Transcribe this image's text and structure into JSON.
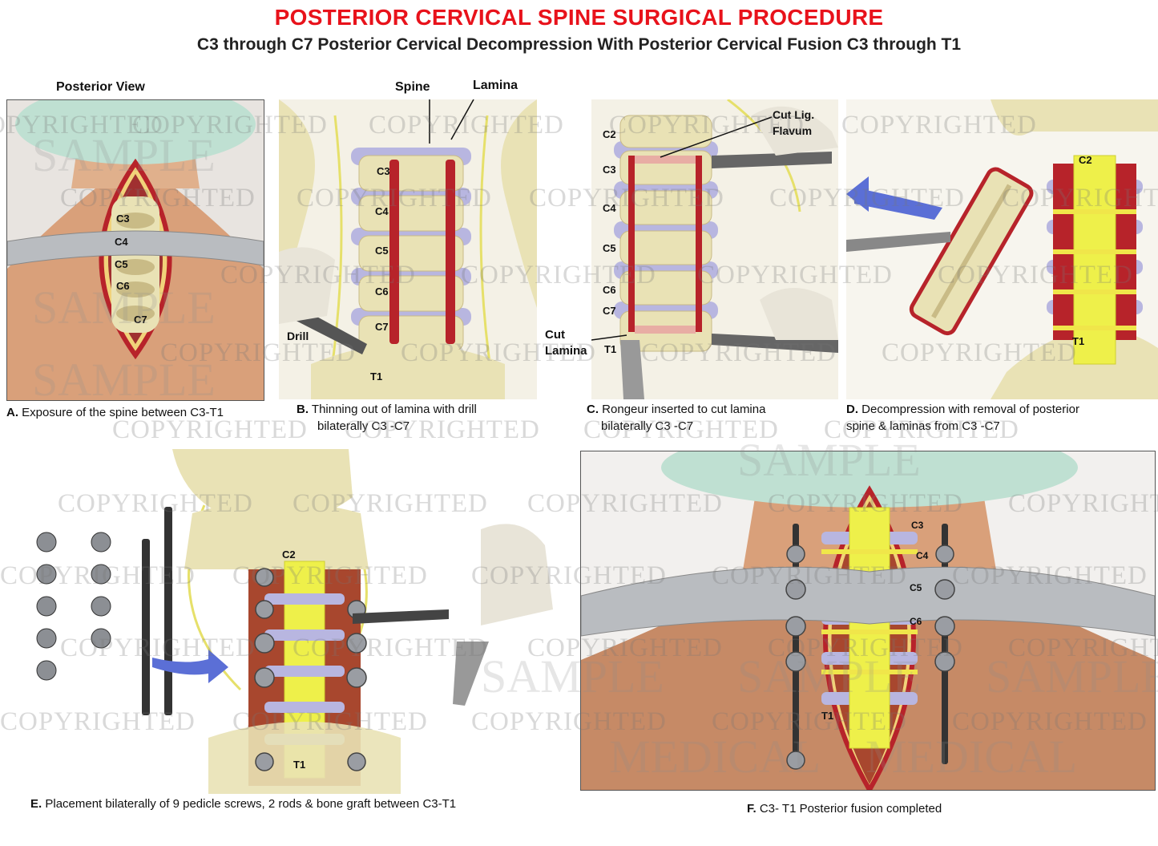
{
  "header": {
    "title": "POSTERIOR CERVICAL SPINE SURGICAL PROCEDURE",
    "subtitle": "C3 through C7 Posterior Cervical Decompression With Posterior Cervical Fusion C3 through T1"
  },
  "panels": {
    "a": {
      "view_label": "Posterior View",
      "letter": "A.",
      "caption": "Exposure of the spine between C3-T1",
      "levels": [
        "C3",
        "C4",
        "C5",
        "C6",
        "C7"
      ]
    },
    "b": {
      "letter": "B.",
      "caption_line1": "Thinning out of lamina with drill",
      "caption_line2": "bilaterally C3 -C7",
      "spine_label": "Spine",
      "lamina_label": "Lamina",
      "drill_label": "Drill",
      "levels": [
        "C3",
        "C4",
        "C5",
        "C6",
        "C7",
        "T1"
      ]
    },
    "c": {
      "letter": "C.",
      "caption_line1": "Rongeur inserted to cut lamina",
      "caption_line2": "bilaterally C3 -C7",
      "cut_lig_label": "Cut Lig.",
      "flavum_label": "Flavum",
      "cut_label": "Cut",
      "lamina_label": "Lamina",
      "levels": [
        "C2",
        "C3",
        "C4",
        "C5",
        "C6",
        "C7",
        "T1"
      ]
    },
    "d": {
      "letter": "D.",
      "caption_line1": "Decompression with removal of posterior",
      "caption_line2": "spine & laminas from C3 -C7",
      "levels": [
        "C2",
        "T1"
      ]
    },
    "e": {
      "letter": "E.",
      "caption": "Placement bilaterally of 9 pedicle screws, 2 rods & bone graft between C3-T1",
      "levels": [
        "C2",
        "T1"
      ]
    },
    "f": {
      "letter": "F.",
      "caption": "C3- T1 Posterior fusion completed",
      "levels": [
        "C3",
        "C4",
        "C5",
        "C6",
        "T1"
      ]
    }
  },
  "watermarks": {
    "copyright": "COPYRIGHTED",
    "sample": "SAMPLE",
    "medical": "MEDICAL"
  },
  "colors": {
    "title": "#e8121b",
    "skin": "#d9a07a",
    "bone": "#e9e2b5",
    "disc": "#a9a9de",
    "spinal_cord": "#eef04a",
    "incision": "#b7232a",
    "drape": "#bfe0d2",
    "retractor": "#b9bcc0",
    "arrow": "#5b6fd6"
  }
}
